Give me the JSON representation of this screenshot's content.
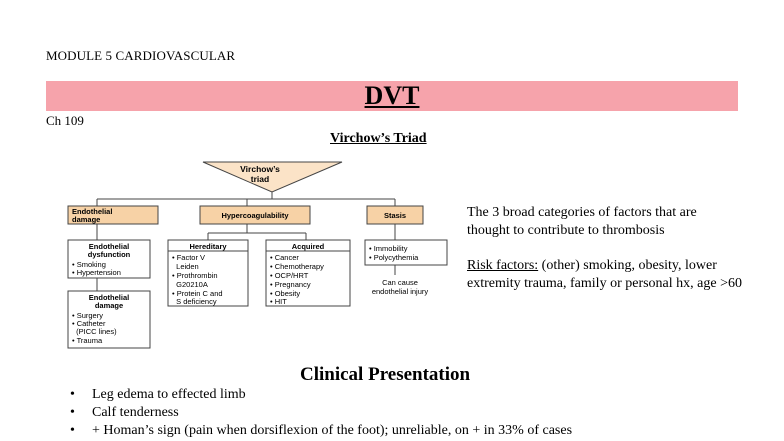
{
  "header": {
    "module": "MODULE 5 CARDIOVASCULAR",
    "title": "DVT",
    "chapter": "Ch 109",
    "banner_color": "#f6a3ab"
  },
  "triad_section": {
    "heading": "Virchow’s Triad",
    "description": "The 3 broad categories of factors that are thought to contribute to thrombosis",
    "risk_label": "Risk factors:",
    "risk_text": " (other) smoking, obesity, lower extremity trauma, family or personal hx, age >60"
  },
  "diagram": {
    "top": [
      "Virchow’s",
      "triad"
    ],
    "categories": {
      "endothelial": [
        "Endothelial",
        "damage"
      ],
      "hyper": "Hypercoagulability",
      "stasis": "Stasis"
    },
    "endo_dysfunction": {
      "title": [
        "Endothelial",
        "dysfunction"
      ],
      "items": [
        "• Smoking",
        "• Hypertension"
      ]
    },
    "endo_damage": {
      "title": [
        "Endothelial",
        "damage"
      ],
      "items": [
        "• Surgery",
        "• Catheter",
        "  (PICC lines)",
        "• Trauma"
      ]
    },
    "hereditary": {
      "title": "Hereditary",
      "items": [
        "• Factor V",
        "  Leiden",
        "• Prothrombin",
        "  G20210A",
        "• Protein C and",
        "  S deficiency"
      ]
    },
    "acquired": {
      "title": "Acquired",
      "items": [
        "• Cancer",
        "• Chemotherapy",
        "• OCP/HRT",
        "• Pregnancy",
        "• Obesity",
        "• HIT"
      ]
    },
    "stasis_box": {
      "items": [
        "• Immobility",
        "• Polycythemia"
      ]
    },
    "stasis_note": [
      "Can cause",
      "endothelial injury"
    ],
    "colors": {
      "top_fill": "#fbe3c7",
      "category_fill": "#f7d2a6"
    }
  },
  "clinical": {
    "heading": "Clinical Presentation",
    "bullet_symbol": "•",
    "items": [
      "Leg edema to effected limb",
      "Calf tenderness",
      "+ Homan’s sign (pain when dorsiflexion of the foot); unreliable, on + in 33% of cases"
    ]
  }
}
